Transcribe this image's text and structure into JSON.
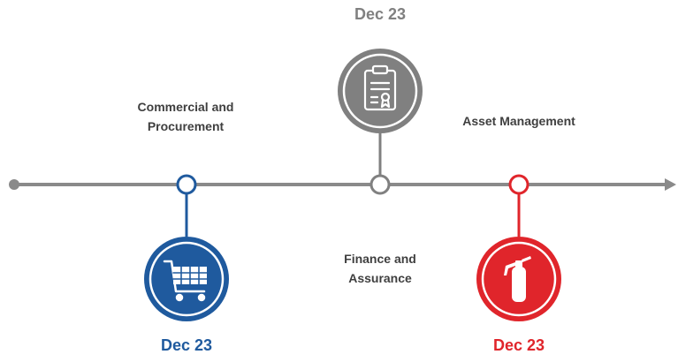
{
  "colors": {
    "line": "#8a8a8a",
    "blue": "#1f5a9e",
    "gray": "#808080",
    "red": "#e0252b",
    "text": "#3f3f3f"
  },
  "milestones": [
    {
      "date": "Dec 23",
      "label_line1": "Commercial and",
      "label_line2": "Procurement",
      "icon": "shopping-cart-icon",
      "color": "blue"
    },
    {
      "date": "Dec 23",
      "label_line1": "Finance and",
      "label_line2": "Assurance",
      "icon": "clipboard-certificate-icon",
      "color": "gray"
    },
    {
      "date": "Dec 23",
      "label_line1": "Asset Management",
      "label_line2": "",
      "icon": "fire-extinguisher-icon",
      "color": "red"
    }
  ]
}
